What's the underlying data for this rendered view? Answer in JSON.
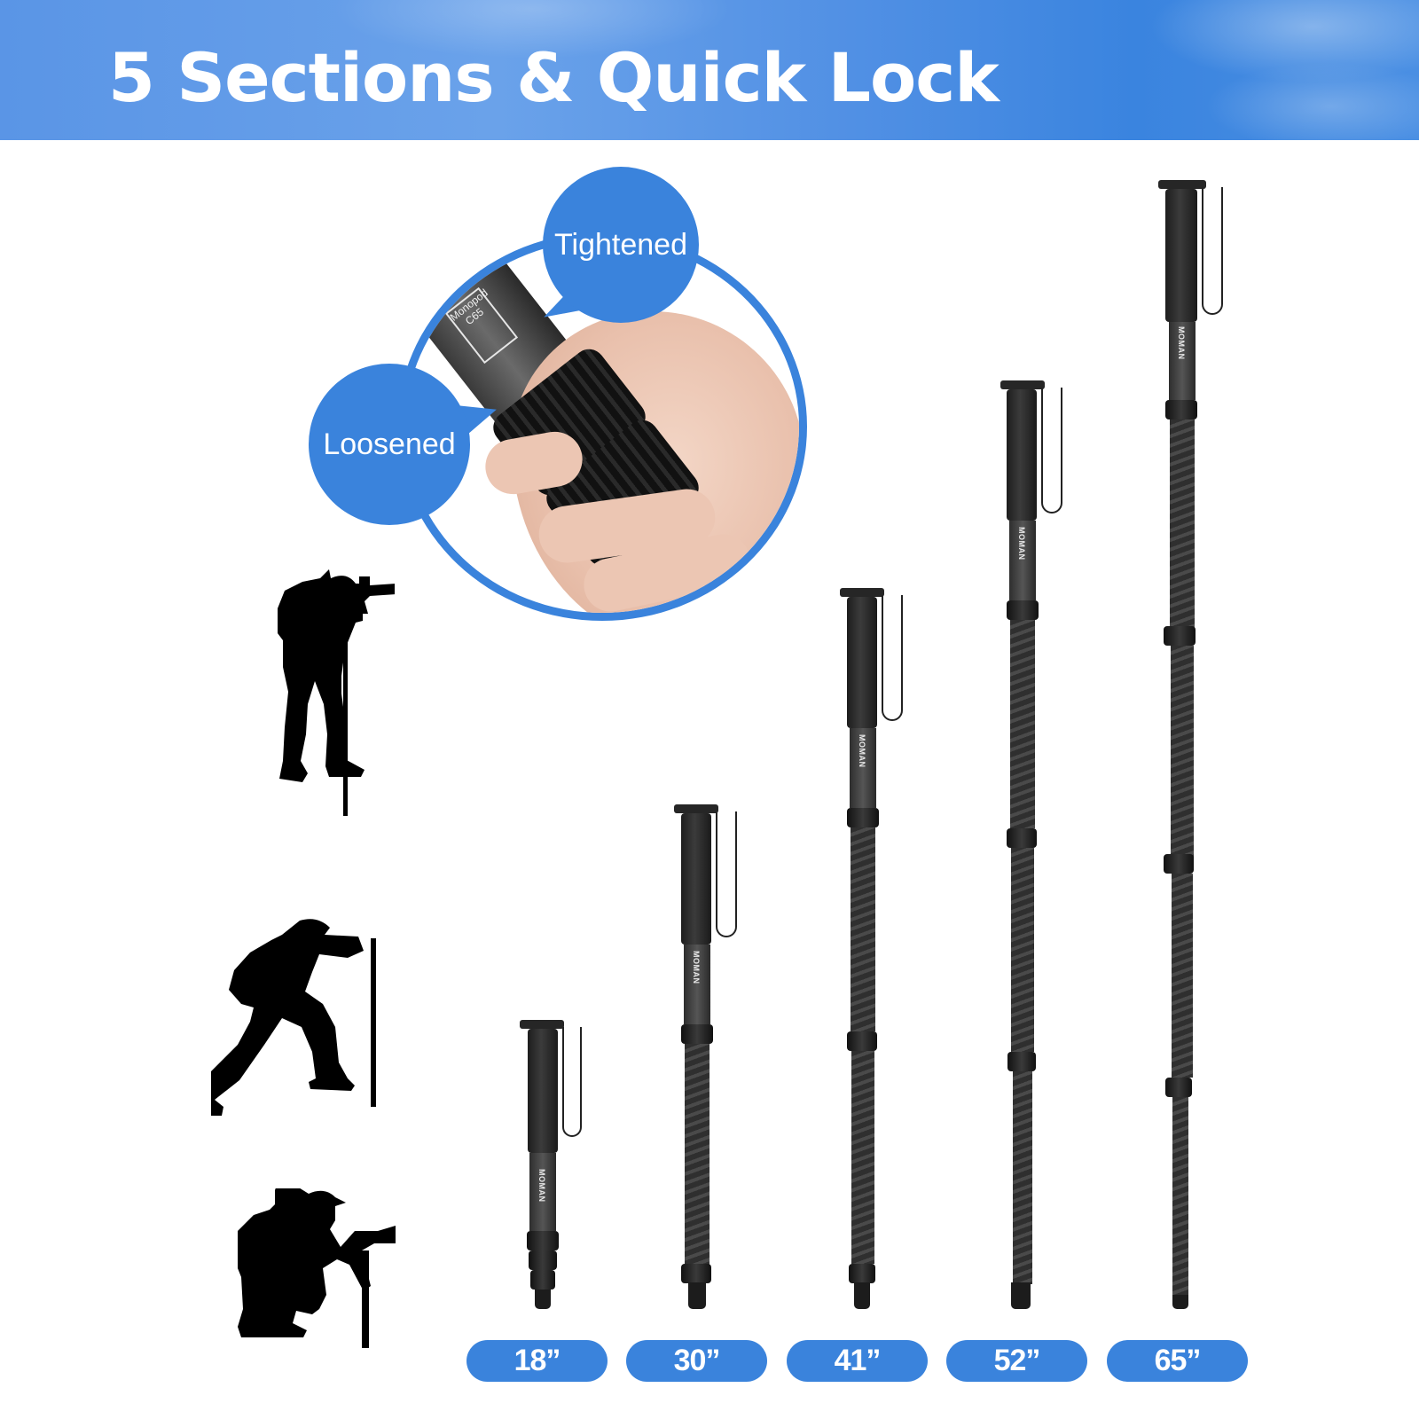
{
  "banner": {
    "title": "5 Sections & Quick Lock",
    "colors": {
      "start": "#5a95e6",
      "end": "#3a84df"
    }
  },
  "inset": {
    "bubbles": {
      "tightened": "Tightened",
      "loosened": "Loosened"
    },
    "product_label": {
      "line1": "Monopod",
      "line2": "C65"
    },
    "accent_color": "#3a83dc"
  },
  "silhouettes": [
    {
      "pose": "standing-photographer",
      "description": "Photographer standing with camera on monopod"
    },
    {
      "pose": "hiker-leaning",
      "description": "Hiker leaning on monopod as walking stick"
    },
    {
      "pose": "crouching-photographer",
      "description": "Photographer crouching with camera on monopod"
    }
  ],
  "monopods": [
    {
      "height_label": "18”",
      "brand": "MOMAN",
      "sections_visible": 5
    },
    {
      "height_label": "30”",
      "brand": "MOMAN",
      "sections_visible": 5
    },
    {
      "height_label": "41”",
      "brand": "MOMAN",
      "sections_visible": 5
    },
    {
      "height_label": "52”",
      "brand": "MOMAN",
      "sections_visible": 5
    },
    {
      "height_label": "65”",
      "brand": "MOMAN",
      "sections_visible": 5
    }
  ],
  "pill_color": "#3a83dc"
}
